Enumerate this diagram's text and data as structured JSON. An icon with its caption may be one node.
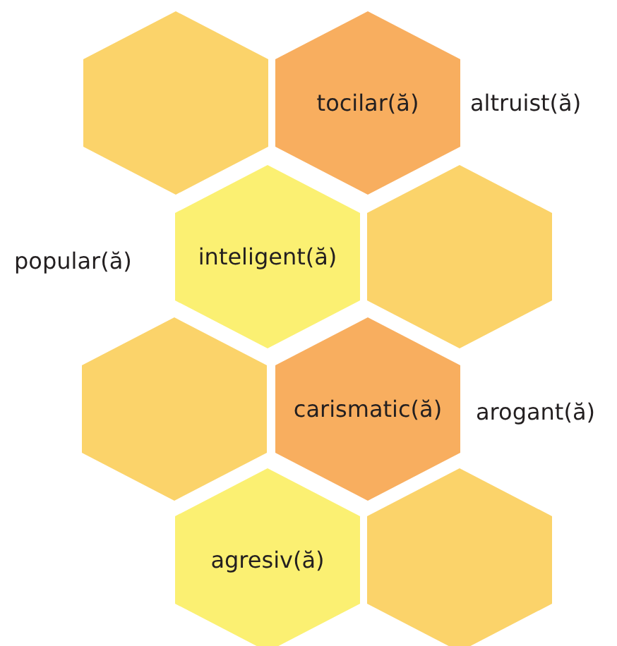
{
  "diagram": {
    "nodes": [
      {
        "text": [],
        "shape": "hexagon"
      },
      {
        "text": [
          "tocilar(ă)"
        ]
      },
      {
        "text": [
          "inteligent(ă)"
        ]
      },
      {
        "text": [],
        "shape": "hexagon"
      },
      {
        "text": [],
        "shape": "hexagon"
      },
      {
        "text": [
          "carismatic(ă)"
        ]
      },
      {
        "text": [
          "agresiv(ă)"
        ]
      },
      {
        "text": [],
        "shape": "hexagon"
      }
    ],
    "labels": [
      "altruist(ă)",
      "popular(ă)",
      "arogant(ă)"
    ]
  }
}
